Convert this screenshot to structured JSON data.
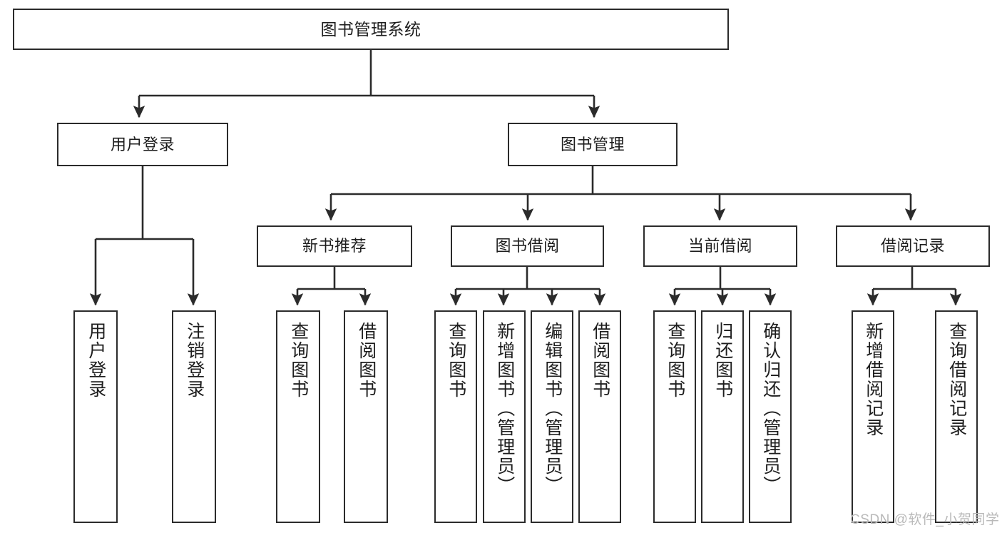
{
  "diagram": {
    "title": "图书管理系统",
    "type": "tree-hierarchy-diagram",
    "colors": {
      "stroke": "#2b2b2b",
      "fill": "#ffffff",
      "text": "#1d1d1d",
      "watermark": "#b9b9b9"
    },
    "nodes": {
      "root": {
        "label": "图书管理系统"
      },
      "level1": [
        {
          "id": "user-login",
          "label": "用户登录"
        },
        {
          "id": "book-management",
          "label": "图书管理"
        }
      ],
      "level2": [
        {
          "id": "new-book-recommend",
          "label": "新书推荐"
        },
        {
          "id": "book-borrow",
          "label": "图书借阅"
        },
        {
          "id": "current-borrow",
          "label": "当前借阅"
        },
        {
          "id": "borrow-record",
          "label": "借阅记录"
        }
      ],
      "leaves": {
        "user_login": [
          {
            "id": "leaf-user-login",
            "label": "用户登录"
          },
          {
            "id": "leaf-logout",
            "label": "注销登录"
          }
        ],
        "new_book_recommend": [
          {
            "id": "leaf-query-book-1",
            "label": "查询图书"
          },
          {
            "id": "leaf-borrow-book-1",
            "label": "借阅图书"
          }
        ],
        "book_borrow": [
          {
            "id": "leaf-query-book-2",
            "label": "查询图书"
          },
          {
            "id": "leaf-add-book",
            "label": "新增图书（管理员）"
          },
          {
            "id": "leaf-edit-book",
            "label": "编辑图书（管理员）"
          },
          {
            "id": "leaf-borrow-book-2",
            "label": "借阅图书"
          }
        ],
        "current_borrow": [
          {
            "id": "leaf-query-book-3",
            "label": "查询图书"
          },
          {
            "id": "leaf-return-book",
            "label": "归还图书"
          },
          {
            "id": "leaf-confirm-return",
            "label": "确认归还（管理员）"
          }
        ],
        "borrow_record": [
          {
            "id": "leaf-add-record",
            "label": "新增借阅记录"
          },
          {
            "id": "leaf-query-record",
            "label": "查询借阅记录"
          }
        ]
      }
    },
    "watermark": "CSDN @软件_小贺同学"
  }
}
